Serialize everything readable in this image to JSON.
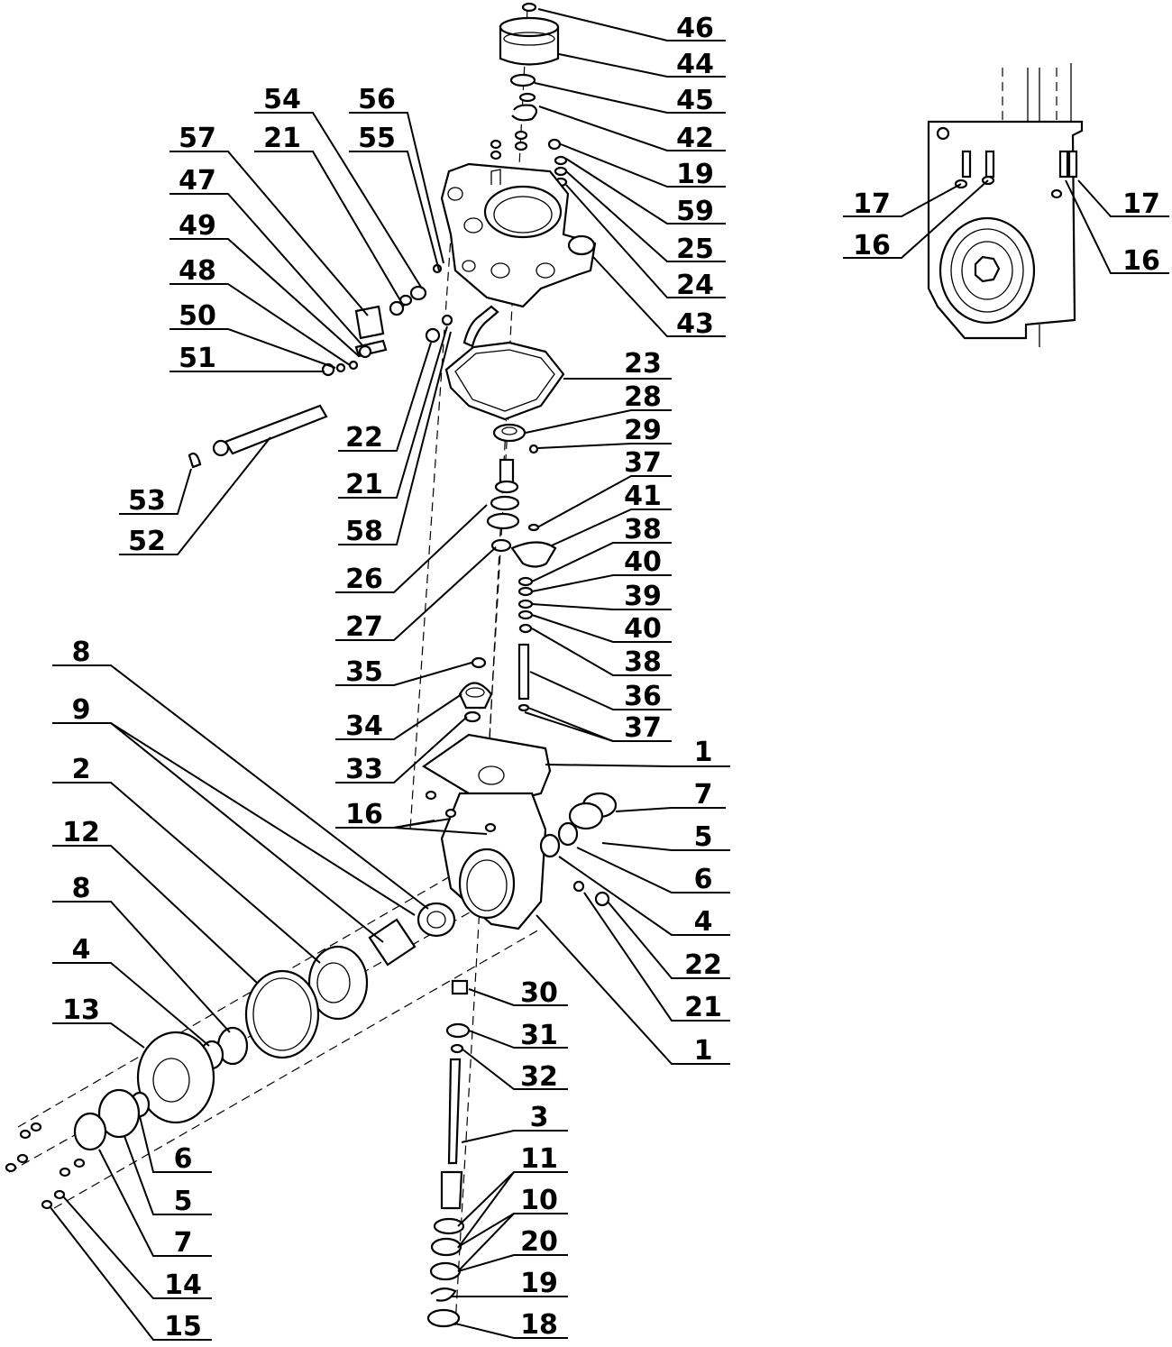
{
  "labels": {
    "l46": "46",
    "l44": "44",
    "l45": "45",
    "l42": "42",
    "l19a": "19",
    "l59": "59",
    "l25": "25",
    "l24": "24",
    "l43": "43",
    "l23": "23",
    "l28": "28",
    "l29": "29",
    "l37a": "37",
    "l41": "41",
    "l38a": "38",
    "l40a": "40",
    "l39": "39",
    "l40b": "40",
    "l38b": "38",
    "l36": "36",
    "l37b": "37",
    "l1a": "1",
    "l7a": "7",
    "l5a": "5",
    "l6a": "6",
    "l4a": "4",
    "l22a": "22",
    "l21a": "21",
    "l1b": "1",
    "l30": "30",
    "l31": "31",
    "l32": "32",
    "l3": "3",
    "l11": "11",
    "l10": "10",
    "l20": "20",
    "l19b": "19",
    "l18": "18",
    "l54": "54",
    "l21b": "21",
    "l56": "56",
    "l55": "55",
    "l57": "57",
    "l47": "47",
    "l49": "49",
    "l48": "48",
    "l50": "50",
    "l51": "51",
    "l53": "53",
    "l52": "52",
    "l22b": "22",
    "l21c": "21",
    "l58": "58",
    "l26": "26",
    "l27": "27",
    "l35": "35",
    "l34": "34",
    "l33": "33",
    "l16a": "16",
    "l8a": "8",
    "l9": "9",
    "l2": "2",
    "l12": "12",
    "l8b": "8",
    "l4b": "4",
    "l13": "13",
    "l6b": "6",
    "l5b": "5",
    "l7b": "7",
    "l14": "14",
    "l15": "15",
    "l17a": "17",
    "l16b": "16",
    "l17b": "17",
    "l16c": "16"
  }
}
